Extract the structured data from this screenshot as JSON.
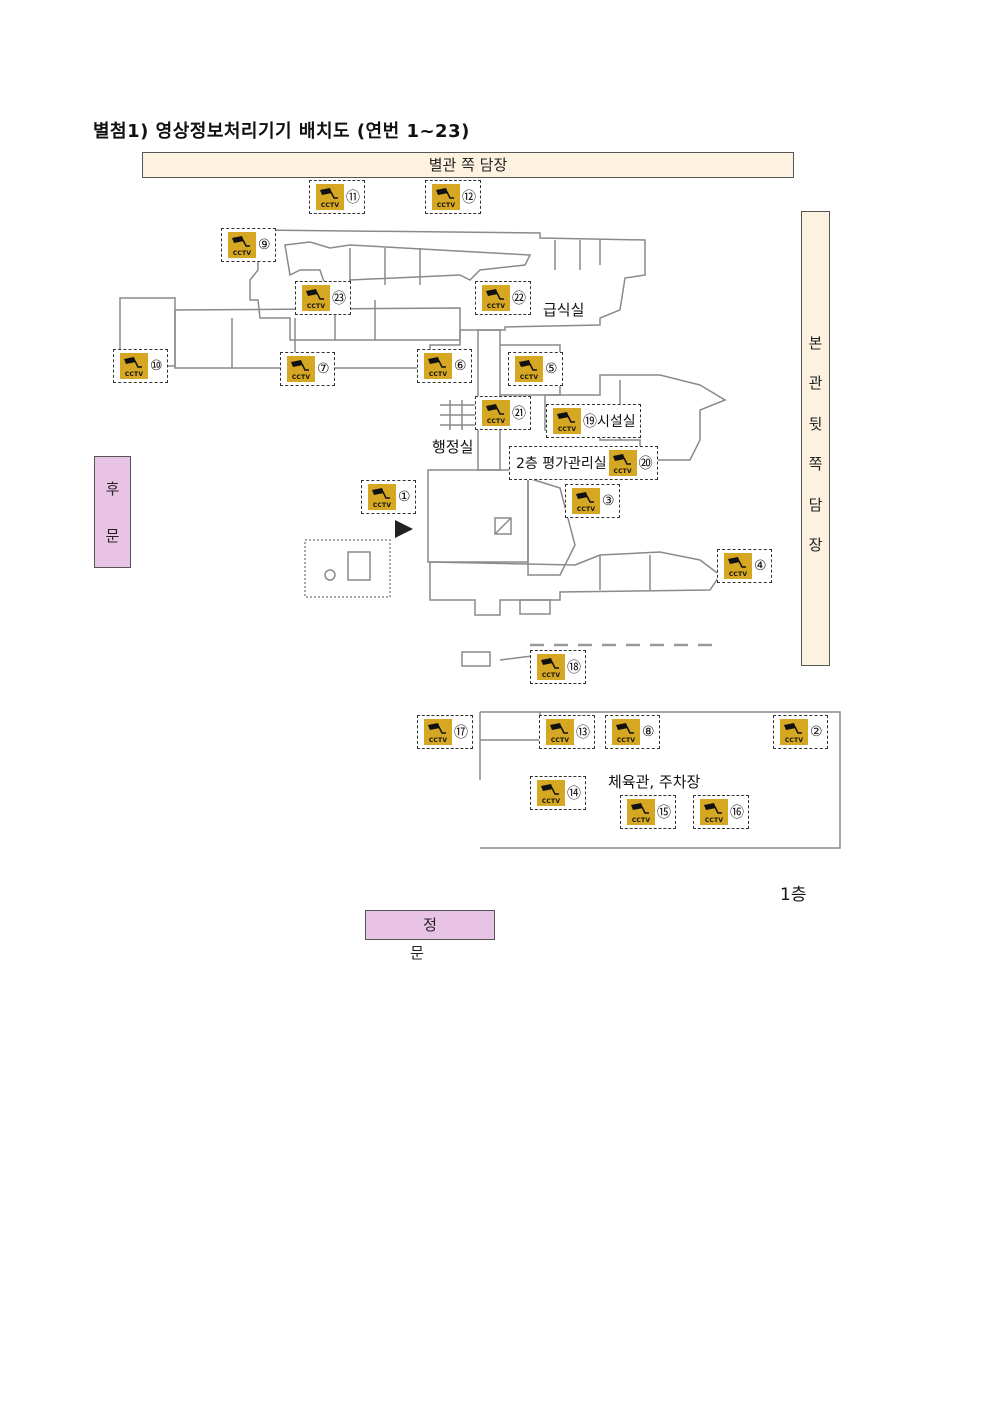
{
  "title": "별첨1) 영상정보처리기기 배치도 (연번 1~23)",
  "boundaries": {
    "top": "별관 쪽 담장",
    "right": [
      "본",
      "관",
      "뒷",
      "쪽",
      "담",
      "장"
    ],
    "left": [
      "후",
      "문"
    ],
    "bottom": "정 문"
  },
  "camera_tag": "CCTV",
  "cameras": [
    {
      "num": "⑪"
    },
    {
      "num": "⑫"
    },
    {
      "num": "⑨"
    },
    {
      "num": "㉓"
    },
    {
      "num": "㉒"
    },
    {
      "num": "⑩"
    },
    {
      "num": "⑦"
    },
    {
      "num": "⑥"
    },
    {
      "num": "⑤"
    },
    {
      "num": "㉑"
    },
    {
      "num": "⑲",
      "suffix": "시설실"
    },
    {
      "num": "⑳",
      "prefix": "2층 평가관리실"
    },
    {
      "num": "①"
    },
    {
      "num": "③"
    },
    {
      "num": "④"
    },
    {
      "num": "⑱"
    },
    {
      "num": "⑰"
    },
    {
      "num": "⑬"
    },
    {
      "num": "⑧"
    },
    {
      "num": "②"
    },
    {
      "num": "⑭"
    },
    {
      "num": "⑮"
    },
    {
      "num": "⑯"
    }
  ],
  "rooms": {
    "cafeteria": "급식실",
    "admin": "행정실",
    "gym": "체육관, 주차장"
  },
  "floor": "1층"
}
